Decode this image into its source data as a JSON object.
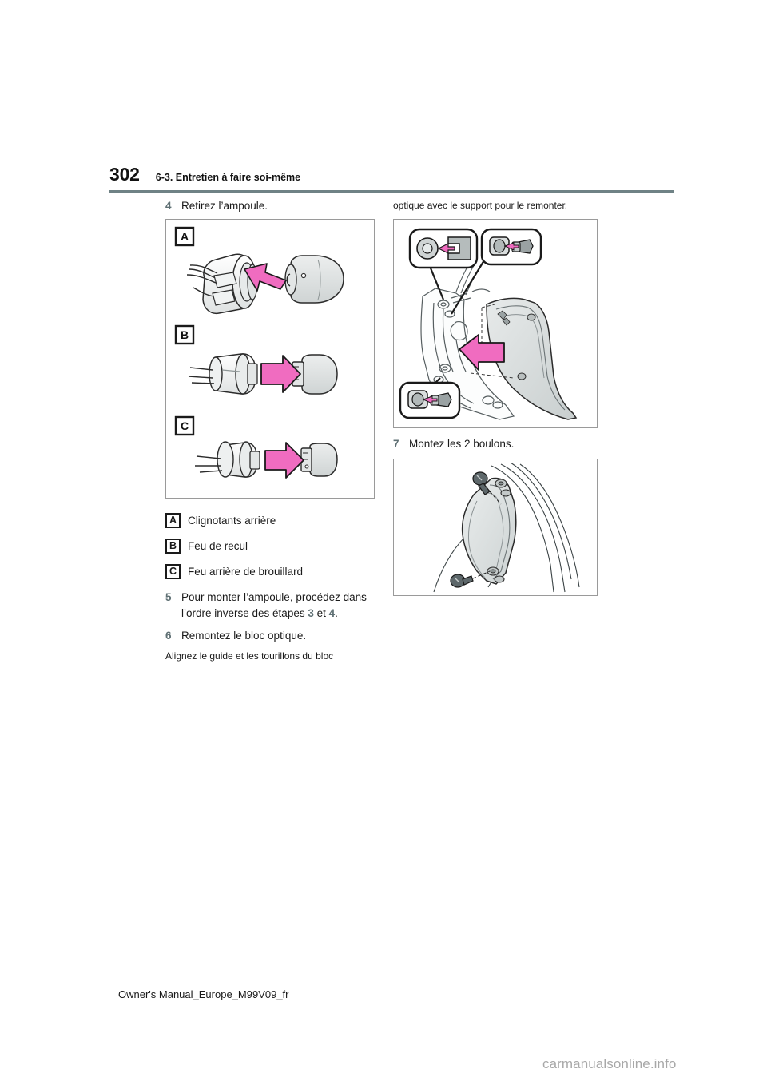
{
  "header": {
    "page_number": "302",
    "section_title": "6-3. Entretien à faire soi-même"
  },
  "left_column": {
    "step4": {
      "num": "4",
      "text": "Retirez l’ampoule."
    },
    "figure_bulbs_label_a": "A",
    "figure_bulbs_label_b": "B",
    "figure_bulbs_label_c": "C",
    "legend": [
      {
        "letter": "A",
        "text": "Clignotants arrière"
      },
      {
        "letter": "B",
        "text": "Feu de recul"
      },
      {
        "letter": "C",
        "text": "Feu arrière de brouillard"
      }
    ],
    "step5": {
      "num": "5",
      "text_part1": "Pour monter l’ampoule, procédez dans l’ordre inverse des étapes ",
      "ref1": "3",
      "text_part2": " et ",
      "ref2": "4",
      "text_part3": "."
    },
    "step6": {
      "num": "6",
      "text": "Remontez le bloc optique."
    },
    "note": "Alignez le guide et les tourillons du bloc"
  },
  "right_column": {
    "note_continued": "optique avec le support pour le remonter.",
    "step7": {
      "num": "7",
      "text": "Montez les 2 boulons."
    }
  },
  "footer": {
    "manual_code": "Owner's Manual_Europe_M99V09_fr",
    "watermark": "carmanualsonline.info"
  },
  "colors": {
    "rule": "#6f8285",
    "step_number": "#5f7074",
    "arrow_pink": "#f06cc0",
    "part_gray": "#d9dcdc",
    "outline": "#2b2b2b"
  }
}
